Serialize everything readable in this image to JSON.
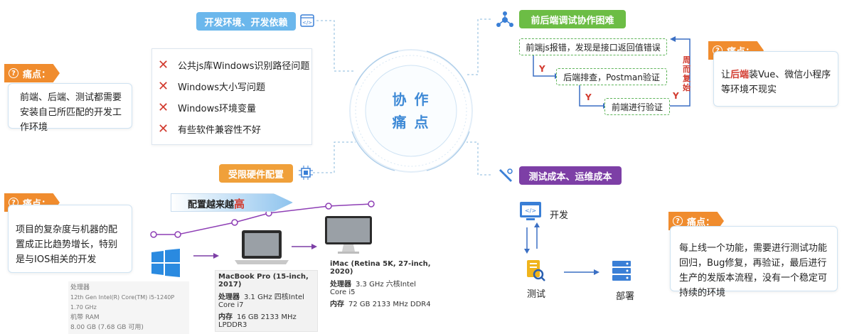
{
  "center": {
    "line1": "协 作",
    "line2": "痛 点"
  },
  "dev_env": {
    "title": "开发环境、开发依赖",
    "issues": [
      "公共js库Windows识别路径问题",
      "Windows大小写问题",
      "Windows环境变量",
      "有些软件兼容性不好"
    ]
  },
  "hardware": {
    "title": "受限硬件配置",
    "trend_label": "配置越来越",
    "trend_emph": "高"
  },
  "frontback": {
    "title": "前后端调试协作困难",
    "step1": "前端js报错，发现是接口返回值错误",
    "step2": "后端排查，Postman验证",
    "step3": "前端进行验证",
    "y": "Y",
    "loop": "周而复始"
  },
  "cost": {
    "title": "测试成本、运维成本",
    "dev": "开发",
    "test": "测试",
    "deploy": "部署"
  },
  "pains": {
    "label": "痛点：",
    "p1": "前端、后端、测试都需要安装自己所匹配的开发工作环境",
    "p2": "项目的复杂度与机器的配置成正比趋势增长，特别是与IOS相关的开发",
    "p3_pre": "让",
    "p3_emph": "后端",
    "p3_post": "装Vue、微信小程序等环境不现实",
    "p4": "每上线一个功能，需要进行测试功能回归，Bug修复，再验证，最后进行生产的发版本流程，没有一个稳定可持续的环境"
  },
  "machines": {
    "win": {
      "l1": "处理器",
      "l2": "12th Gen Intel(R) Core(TM) i5-1240P   1.70 GHz",
      "l3": "机带 RAM",
      "l4": "8.00 GB (7.68 GB 可用)"
    },
    "mbp": {
      "title": "MacBook Pro (15-inch, 2017)",
      "cpu_label": "处理器",
      "cpu": "3.1 GHz 四核Intel Core i7",
      "mem_label": "内存",
      "mem": "16 GB 2133 MHz LPDDR3"
    },
    "imac": {
      "title": "iMac (Retina 5K, 27-inch, 2020)",
      "cpu_label": "处理器",
      "cpu": "3.3 GHz 六核Intel Core i5",
      "mem_label": "内存",
      "mem": "72 GB 2133 MHz DDR4"
    }
  },
  "icons": [
    "code-icon",
    "chip-icon",
    "network-icon",
    "tool-icon",
    "windows-icon",
    "laptop-icon",
    "monitor-icon",
    "test-icon",
    "server-icon"
  ],
  "colors": {
    "blue_tag": "#6bb7ec",
    "orange": "#f08c2e",
    "green": "#6cbd45",
    "purple": "#7d3fa6",
    "red": "#d23b2f"
  }
}
